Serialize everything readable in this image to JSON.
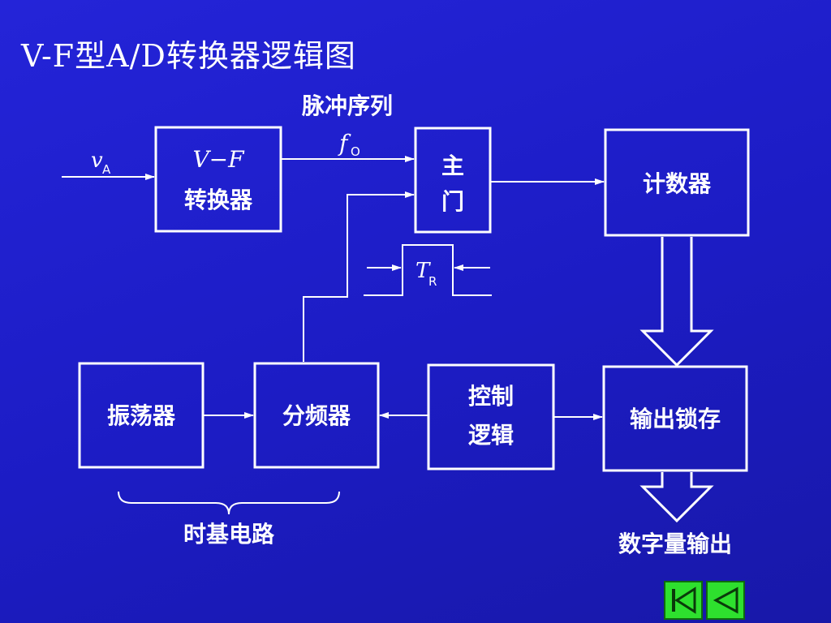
{
  "title": "V-F型A/D转换器逻辑图",
  "diagram": {
    "input_symbol": "v",
    "input_subscript": "A",
    "vf_converter": {
      "line1": "V−F",
      "line2": "转换器"
    },
    "pulse_label": "脉冲序列",
    "fo_symbol": "f",
    "fo_subscript": "O",
    "main_gate": {
      "line1": "主",
      "line2": "门"
    },
    "counter": "计数器",
    "tr_symbol": "T",
    "tr_subscript": "R",
    "oscillator": "振荡器",
    "divider": "分频器",
    "control_logic": {
      "line1": "控制",
      "line2": "逻辑"
    },
    "output_latch": "输出锁存",
    "time_base": "时基电路",
    "digital_output": "数字量输出"
  },
  "nav": {
    "first_icon": "skip-to-first-icon",
    "prev_icon": "previous-triangle-icon",
    "color": "#2ee02e"
  }
}
